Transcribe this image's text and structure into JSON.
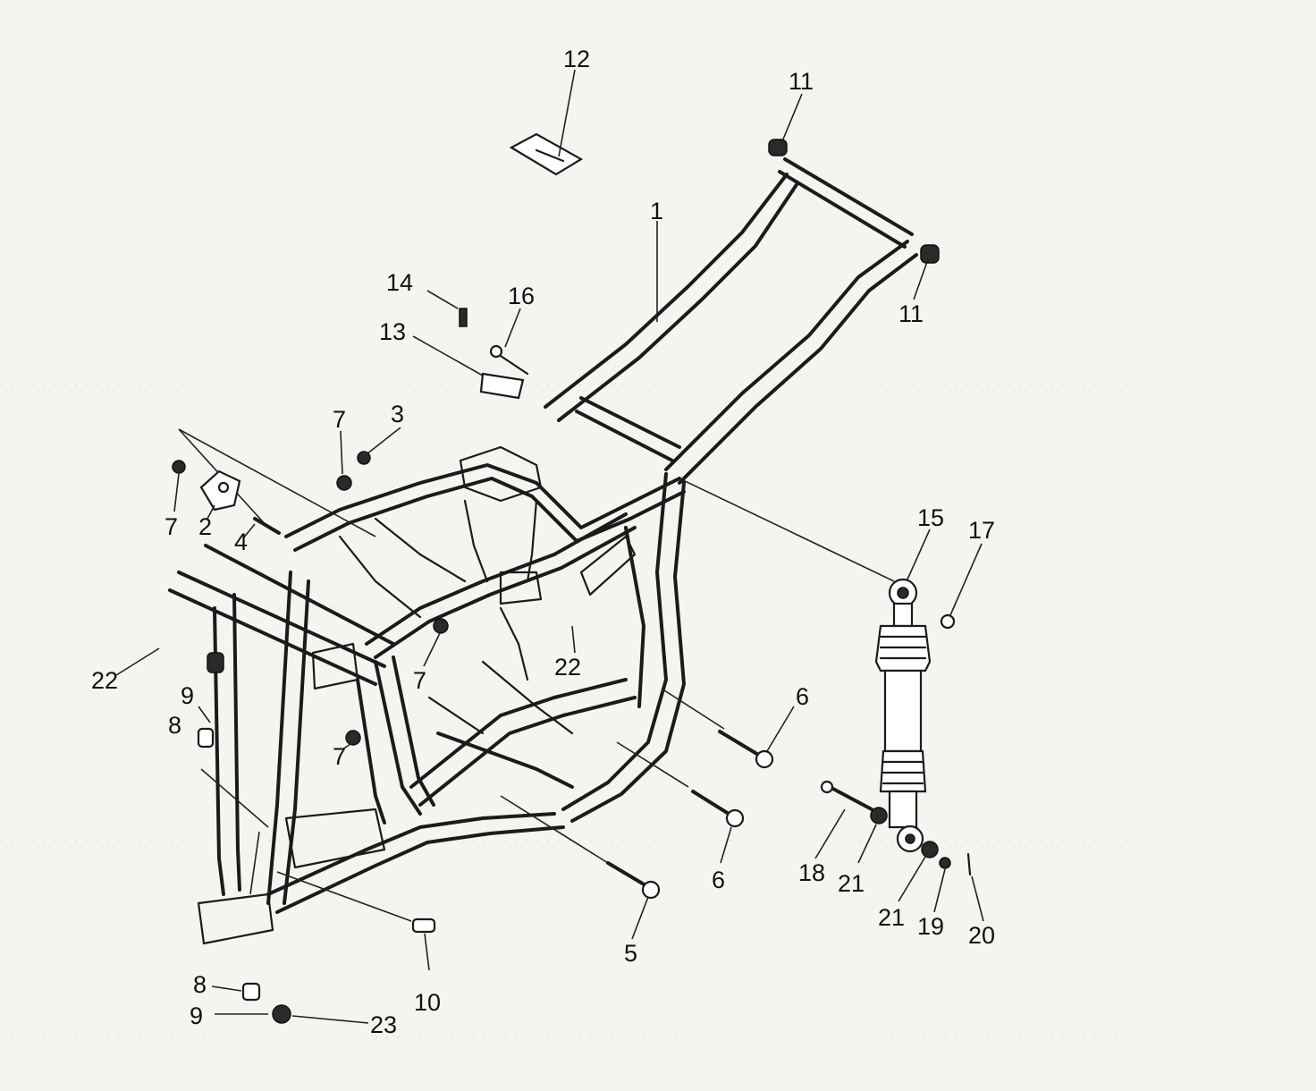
{
  "callouts": [
    {
      "id": "c1",
      "text": "1"
    },
    {
      "id": "c2",
      "text": "2"
    },
    {
      "id": "c3",
      "text": "3"
    },
    {
      "id": "c4",
      "text": "4"
    },
    {
      "id": "c5",
      "text": "5"
    },
    {
      "id": "c6a",
      "text": "6"
    },
    {
      "id": "c6b",
      "text": "6"
    },
    {
      "id": "c7a",
      "text": "7"
    },
    {
      "id": "c7b",
      "text": "7"
    },
    {
      "id": "c7c",
      "text": "7"
    },
    {
      "id": "c7d",
      "text": "7"
    },
    {
      "id": "c8a",
      "text": "8"
    },
    {
      "id": "c8b",
      "text": "8"
    },
    {
      "id": "c9a",
      "text": "9"
    },
    {
      "id": "c9b",
      "text": "9"
    },
    {
      "id": "c10",
      "text": "10"
    },
    {
      "id": "c11a",
      "text": "11"
    },
    {
      "id": "c11b",
      "text": "11"
    },
    {
      "id": "c12",
      "text": "12"
    },
    {
      "id": "c13",
      "text": "13"
    },
    {
      "id": "c14",
      "text": "14"
    },
    {
      "id": "c15",
      "text": "15"
    },
    {
      "id": "c16",
      "text": "16"
    },
    {
      "id": "c17",
      "text": "17"
    },
    {
      "id": "c18",
      "text": "18"
    },
    {
      "id": "c19",
      "text": "19"
    },
    {
      "id": "c20",
      "text": "20"
    },
    {
      "id": "c21a",
      "text": "21"
    },
    {
      "id": "c21b",
      "text": "21"
    },
    {
      "id": "c22a",
      "text": "22"
    },
    {
      "id": "c22b",
      "text": "22"
    },
    {
      "id": "c23",
      "text": "23"
    }
  ]
}
